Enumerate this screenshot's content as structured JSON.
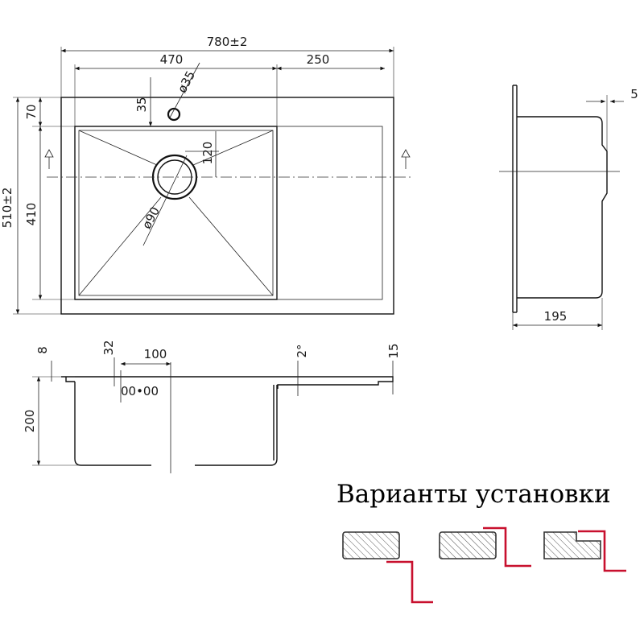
{
  "top_view": {
    "width_total": "780±2",
    "width_bowl": "470",
    "width_drainer": "250",
    "height_total": "510±2",
    "height_front_rim": "70",
    "height_bowl": "410",
    "tap_hole_diameter": "ø35",
    "tap_hole_offset": "35",
    "drain_diameter": "ø90",
    "drain_offset": "120"
  },
  "side_view": {
    "rim_offset": "5",
    "depth_overall": "195"
  },
  "section_view": {
    "rim_thickness": "8",
    "overflow_height": "32",
    "overflow_offset": "100",
    "slope": "2°",
    "drainer_height": "15",
    "bowl_depth": "200"
  },
  "installation": {
    "title": "Варианты установки"
  },
  "colors": {
    "line": "#111111",
    "accent": "#c8102e"
  }
}
